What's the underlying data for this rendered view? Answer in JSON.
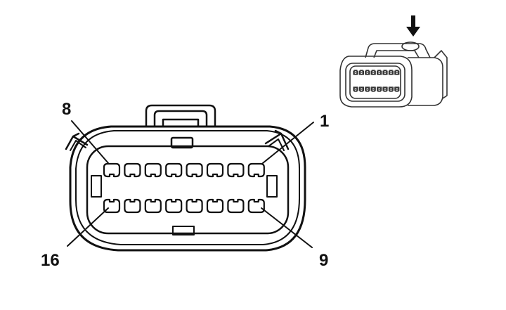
{
  "diagram": {
    "pin_labels": {
      "top_left": "8",
      "top_right": "1",
      "bottom_left": "16",
      "bottom_right": "9"
    },
    "rows": [
      {
        "name": "top-row",
        "pin_count": 8
      },
      {
        "name": "bottom-row",
        "pin_count": 8
      }
    ],
    "view_indicator": "arrow-down-icon",
    "colors": {
      "stroke": "#111111",
      "background": "#ffffff"
    }
  }
}
